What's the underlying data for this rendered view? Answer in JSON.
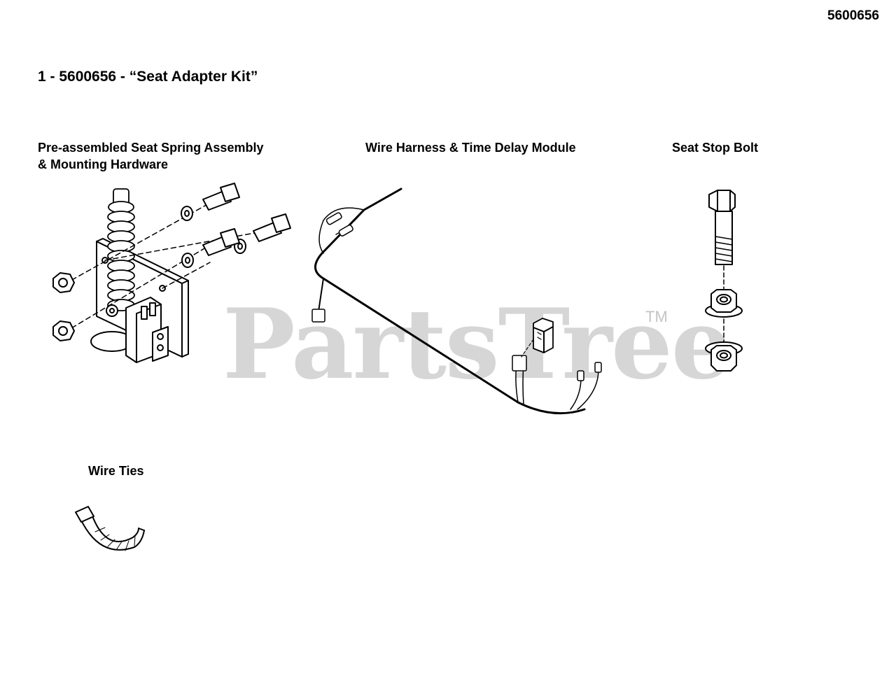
{
  "header": {
    "diagram_number": "5600656",
    "kit_title": "1 - 5600656 - “Seat Adapter Kit”"
  },
  "parts": {
    "spring_assembly_line1": "Pre-assembled Seat Spring Assembly",
    "spring_assembly_line2": "& Mounting Hardware",
    "wire_harness": "Wire Harness & Time Delay Module",
    "seat_stop_bolt": "Seat Stop Bolt",
    "wire_ties": "Wire Ties"
  },
  "watermark": {
    "text": "PartsTree",
    "trademark": "TM"
  }
}
